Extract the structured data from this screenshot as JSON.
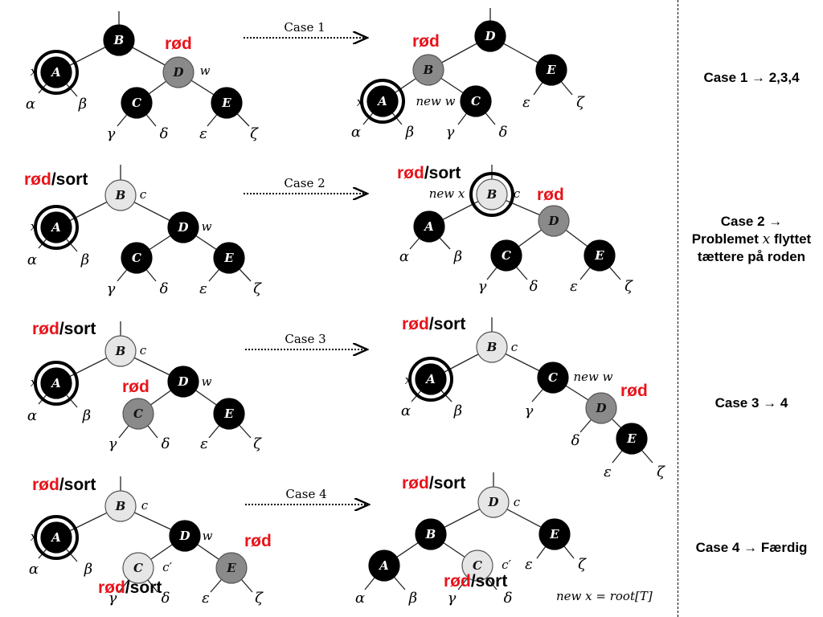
{
  "colors": {
    "red": "#e8141b",
    "black": "#000000",
    "gray": "#8a8a8a",
    "light": "#e6e6e6"
  },
  "labels": {
    "red": "rød",
    "black": "sort",
    "slash": "/",
    "x": "x",
    "w": "w",
    "c": "c",
    "c_prime": "c′",
    "new_w": "new w",
    "new_x": "new x",
    "new_x_root": "new x = root[T]",
    "alpha": "α",
    "beta": "β",
    "gamma": "γ",
    "delta": "δ",
    "epsilon": "ε",
    "zeta": "ζ"
  },
  "cases": [
    {
      "arrow": "Case 1"
    },
    {
      "arrow": "Case 2"
    },
    {
      "arrow": "Case 3"
    },
    {
      "arrow": "Case 4"
    }
  ],
  "nodes": {
    "A": "A",
    "B": "B",
    "C": "C",
    "D": "D",
    "E": "E"
  },
  "captions": {
    "case1": "Case 1 → 2,3,4",
    "case2_line1": "Case 2 →",
    "case2_line2a": "Problemet ",
    "case2_line2b": "x",
    "case2_line2c": " flyttet",
    "case2_line3": "tættere på roden",
    "case3": "Case 3 → 4",
    "case4": "Case 4 → Færdig"
  }
}
